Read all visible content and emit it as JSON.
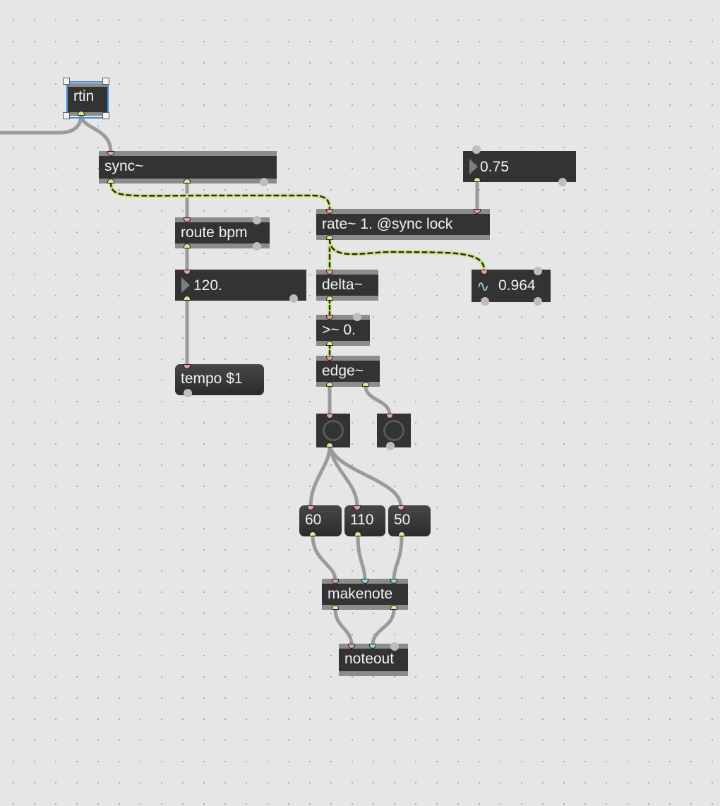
{
  "patch": {
    "rtin": "rtin",
    "sync": "sync~",
    "route_bpm": "route bpm",
    "tempo_number": "120.",
    "tempo_message": "tempo $1",
    "rate_number": "0.75",
    "rate": "rate~ 1. @sync lock",
    "delta": "delta~",
    "gte": ">~ 0.",
    "edge": "edge~",
    "signal_number": "0.964",
    "pitch_message": "60",
    "velocity_message": "110",
    "duration_message": "50",
    "makenote": "makenote",
    "noteout": "noteout"
  },
  "icons": {
    "signal_number": "sine-wave-icon",
    "number_box": "triangle-right-icon",
    "bang": "bang-circle-icon"
  },
  "colors": {
    "canvas": "#e6e6e6",
    "object": "#333333",
    "inlet": "#e6a09a",
    "outlet": "#dfe68f",
    "signal_patchcord": "#d3e68a",
    "selection": "#3e8fe0"
  }
}
